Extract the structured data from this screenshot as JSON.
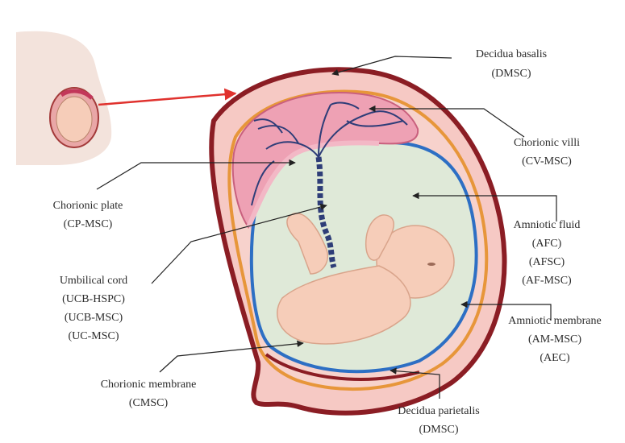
{
  "diagram": {
    "labels": {
      "decidua_basalis": {
        "name": "Decidua basalis",
        "cells": [
          "(DMSC)"
        ]
      },
      "chorionic_villi": {
        "name": "Chorionic villi",
        "cells": [
          "(CV-MSC)"
        ]
      },
      "chorionic_plate": {
        "name": "Chorionic plate",
        "cells": [
          "(CP-MSC)"
        ]
      },
      "amniotic_fluid": {
        "name": "Amniotic fluid",
        "cells": [
          "(AFC)",
          "(AFSC)",
          "(AF-MSC)"
        ]
      },
      "umbilical_cord": {
        "name": "Umbilical cord",
        "cells": [
          "(UCB-HSPC)",
          "(UCB-MSC)",
          "(UC-MSC)"
        ]
      },
      "amniotic_membrane": {
        "name": "Amniotic membrane",
        "cells": [
          "(AM-MSC)",
          "(AEC)"
        ]
      },
      "chorionic_membrane": {
        "name": "Chorionic membrane",
        "cells": [
          "(CMSC)"
        ]
      },
      "decidua_parietalis": {
        "name": "Decidua parietalis",
        "cells": [
          "(DMSC)"
        ]
      }
    },
    "colors": {
      "uterus_outer": "#8b1d24",
      "decidua_fill": "#f6c9c4",
      "chorion_orange": "#e7963a",
      "amnion_blue": "#2d6fc4",
      "amniotic_fluid": "#dfe9d8",
      "placenta_pink": "#eea1b4",
      "vessel_navy": "#2e3d78",
      "fetus_skin": "#f6cdb9",
      "arrow_red": "#e0322e",
      "leader_line": "#222222"
    }
  }
}
